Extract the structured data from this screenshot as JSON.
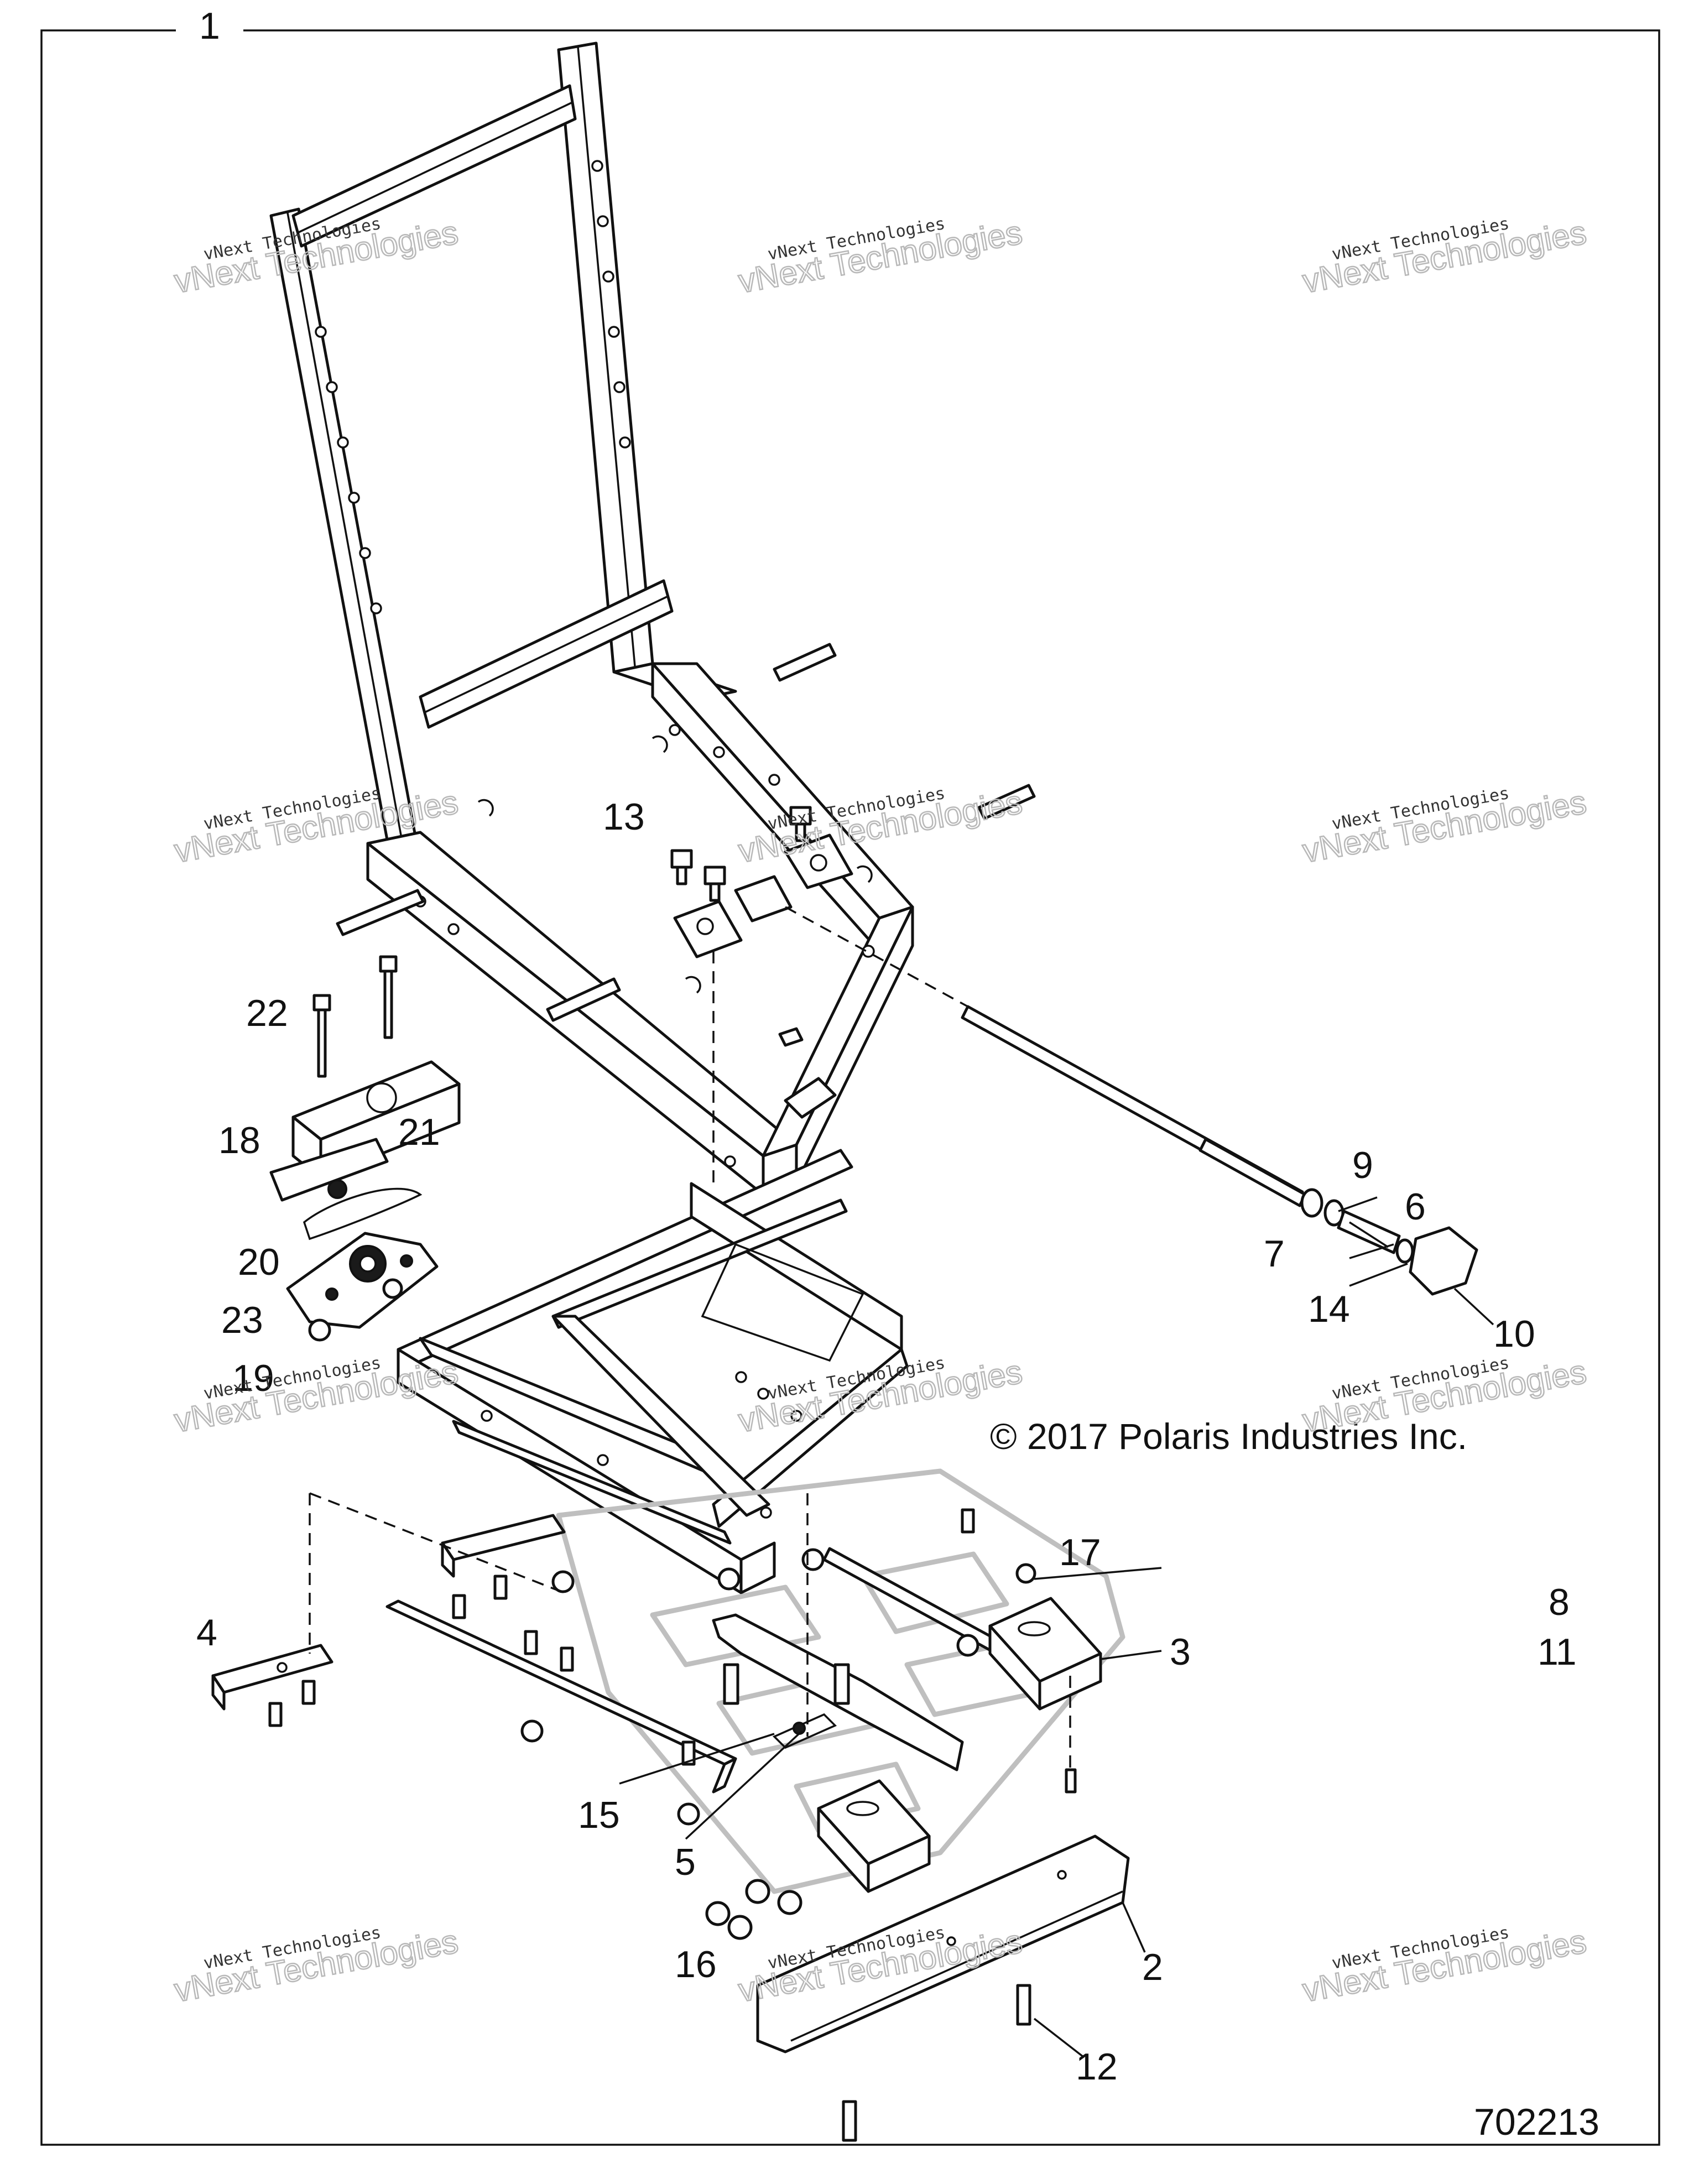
{
  "frame_number": "1",
  "copyright": "© 2017 Polaris Industries Inc.",
  "document_number": "702213",
  "watermark": {
    "line1": "vNext Technologies",
    "line2": "vNext Technologies"
  },
  "callouts": {
    "c1": "1",
    "c2": "2",
    "c3": "3",
    "c4": "4",
    "c5": "5",
    "c6": "6",
    "c7": "7",
    "c8": "8",
    "c9": "9",
    "c10": "10",
    "c11": "11",
    "c12": "12",
    "c13": "13",
    "c14": "14",
    "c15": "15",
    "c16": "16",
    "c17": "17",
    "c18": "18",
    "c19": "19",
    "c20": "20",
    "c21": "21",
    "c22": "22",
    "c23": "23"
  },
  "colors": {
    "line": "#111111",
    "ghost_part": "#bfbfbf",
    "watermark": "#b8b8b8"
  }
}
